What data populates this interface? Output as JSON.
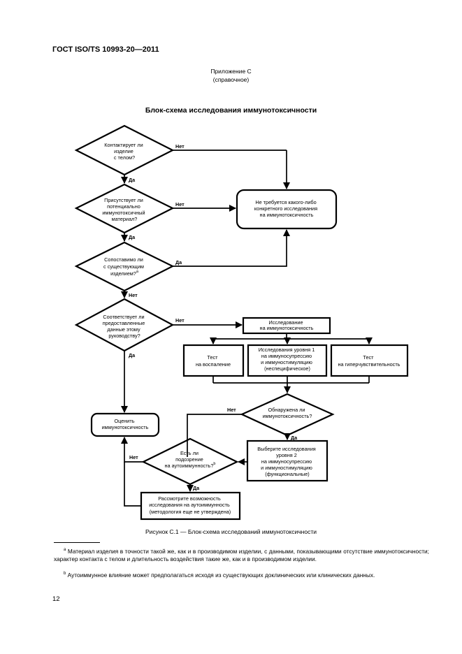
{
  "header": {
    "standard": "ГОСТ ISO/TS 10993-20—2011"
  },
  "annex": {
    "title": "Приложение С",
    "note": "(справочное)"
  },
  "chart_title": "Блок-схема исследования иммунотоксичности",
  "flowchart": {
    "d1": [
      "Контактирует ли",
      "изделие",
      "с телом?"
    ],
    "d2": [
      "Присутствует ли",
      "потенциально",
      "иммунотоксичный",
      "материал?"
    ],
    "d3": [
      "Сопоставимо ли",
      "с существующим",
      "изделием?"
    ],
    "d3_sup": "a",
    "d4": [
      "Соответствует ли",
      "предоставленные",
      "данные этому",
      "руководству?"
    ],
    "no_study": [
      "Не требуется какого-либо",
      "конкретного исследования",
      "на иммунотоксичность"
    ],
    "study": [
      "Исследование",
      "на иммунотоксичность"
    ],
    "test_inflammation": [
      "Тест",
      "на воспаление"
    ],
    "level1": [
      "Исследования уровня 1",
      "на иммуносупрессию",
      "и иммуностимуляцию",
      "(неспецифическое)"
    ],
    "test_hypersensitivity": [
      "Тест",
      "на гиперчувствительность"
    ],
    "d5": [
      "Обнаружена ли",
      "иммунотоксичность?"
    ],
    "evaluate": [
      "Оценить",
      "иммунотоксичность"
    ],
    "level2": [
      "Выберите исследования",
      "уровня 2",
      "на иммуносупрессию",
      "и иммуностимуляцию",
      "(функциональные)"
    ],
    "d6": [
      "Есть ли",
      "подозрение",
      "на аутоиммунность?"
    ],
    "d6_sup": "b",
    "consider": [
      "Рассмотрите возможность",
      "исследования на аутоиммунность",
      "(методология еще не утверждена)"
    ],
    "yes": "Да",
    "no": "Нет"
  },
  "caption": "Рисунок С.1 — Блок-схема исследований иммунотоксичности",
  "footnotes": [
    {
      "mark": "a",
      "text": "Материал изделия в точности такой же, как и в производимом изделии, с данными, показывающими отсутствие иммунотоксичности; характер контакта с телом и длительность воздействия такие же, как и в производимом изделии."
    },
    {
      "mark": "b",
      "text": "Аутоиммунное влияние может предполагаться исходя из существующих доклинических или клинических данных."
    }
  ],
  "page_number": "12"
}
